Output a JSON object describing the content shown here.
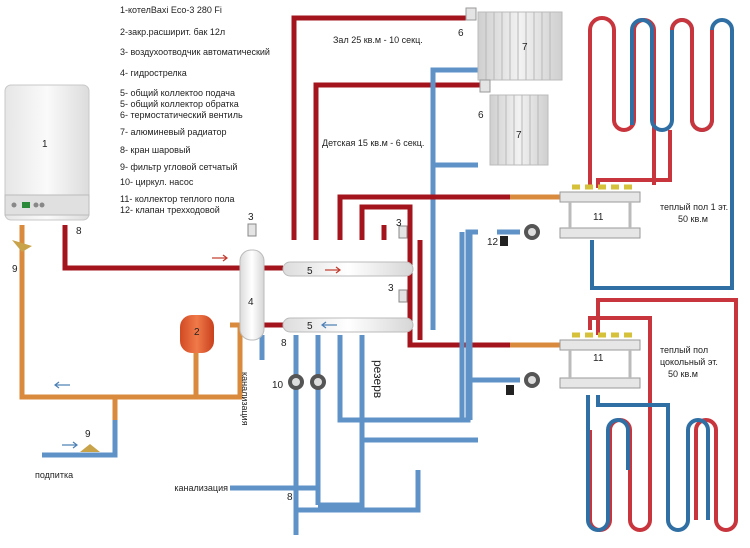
{
  "legend": [
    "1-котелBaxi Eco-3 280 Fi",
    "2-закр.расширит. бак  12л",
    "3- воздухоотводчик автоматический",
    "4- гидрострелка",
    "5- общий коллектоо подача",
    "5- общий коллектор обратка",
    "6- термостатический вентиль",
    "7- алюминевый радиатор",
    "8- кран шаровый",
    "9- фильтр угловой сетчатый",
    "10- циркул. насос",
    "11- коллектор теплого пола",
    "12- клапан трехходовой"
  ],
  "rooms": {
    "hall": "Зал 25 кв.м - 10 секц.",
    "kids": "Детская 15 кв.м - 6 секц."
  },
  "floor_heating": {
    "first": {
      "line1": "теплый пол 1 эт.",
      "line2": "50 кв.м"
    },
    "basement": {
      "line1": "теплый пол",
      "line2": "цокольный эт.",
      "line3": "50 кв.м"
    }
  },
  "labels": {
    "makeup": "подпитка",
    "sewer": "канализация",
    "sewer_vertical": "канализация",
    "reserve": "резерв"
  },
  "numbers": {
    "boiler": "1",
    "tank": "2",
    "vent": "3",
    "separator": "4",
    "manifold": "5",
    "thermo_valve": "6",
    "radiator": "7",
    "ball_valve": "8",
    "filter": "9",
    "pump": "10",
    "floor_manifold": "11",
    "three_way": "12"
  },
  "colors": {
    "supply": "#a3141c",
    "return": "#5f93c8",
    "boiler_return": "#d98a3c",
    "tank": "#e8643a"
  }
}
